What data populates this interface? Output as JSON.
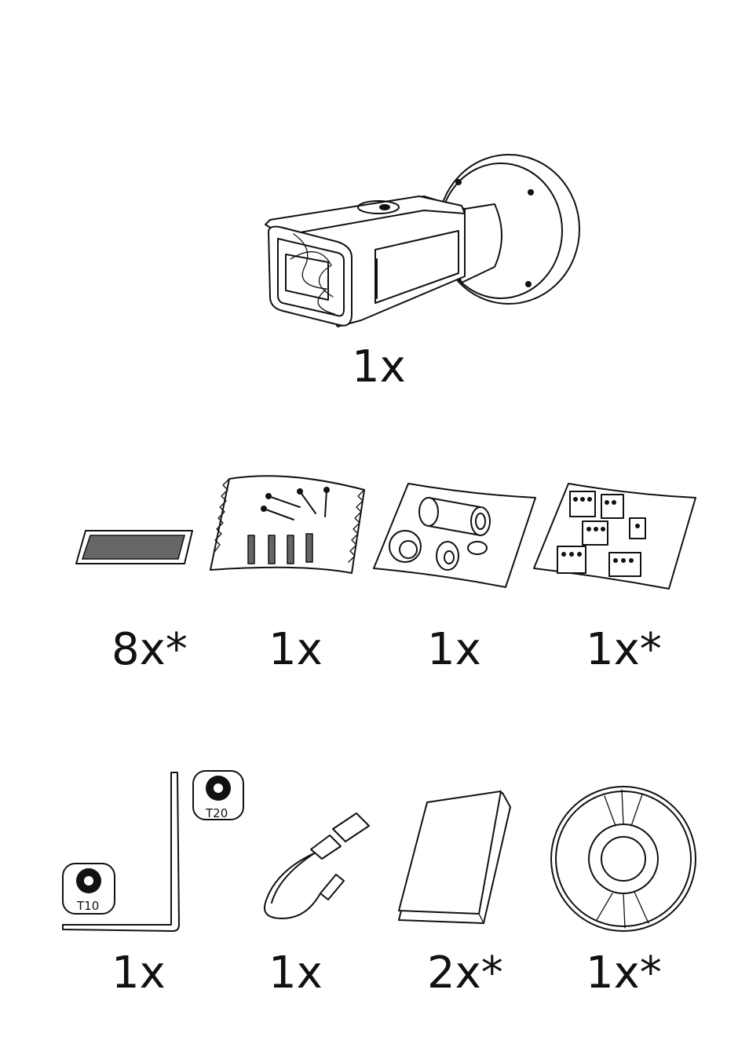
{
  "items": [
    {
      "id": "camera",
      "icon": "bullet-camera-icon",
      "quantity": "1x"
    },
    {
      "id": "labels",
      "icon": "label-sticker-icon",
      "quantity": "8x*"
    },
    {
      "id": "screws",
      "icon": "screw-anchor-bag-icon",
      "quantity": "1x"
    },
    {
      "id": "cable-gland",
      "icon": "cable-gland-bag-icon",
      "quantity": "1x"
    },
    {
      "id": "terminal-blocks",
      "icon": "terminal-block-bag-icon",
      "quantity": "1x*"
    },
    {
      "id": "torx-key",
      "icon": "torx-key-icon",
      "quantity": "1x",
      "bits": [
        "T10",
        "T20"
      ]
    },
    {
      "id": "video-cable",
      "icon": "bnc-cable-icon",
      "quantity": "1x"
    },
    {
      "id": "manual",
      "icon": "booklet-icon",
      "quantity": "2x*"
    },
    {
      "id": "disc",
      "icon": "cd-disc-icon",
      "quantity": "1x*"
    }
  ]
}
